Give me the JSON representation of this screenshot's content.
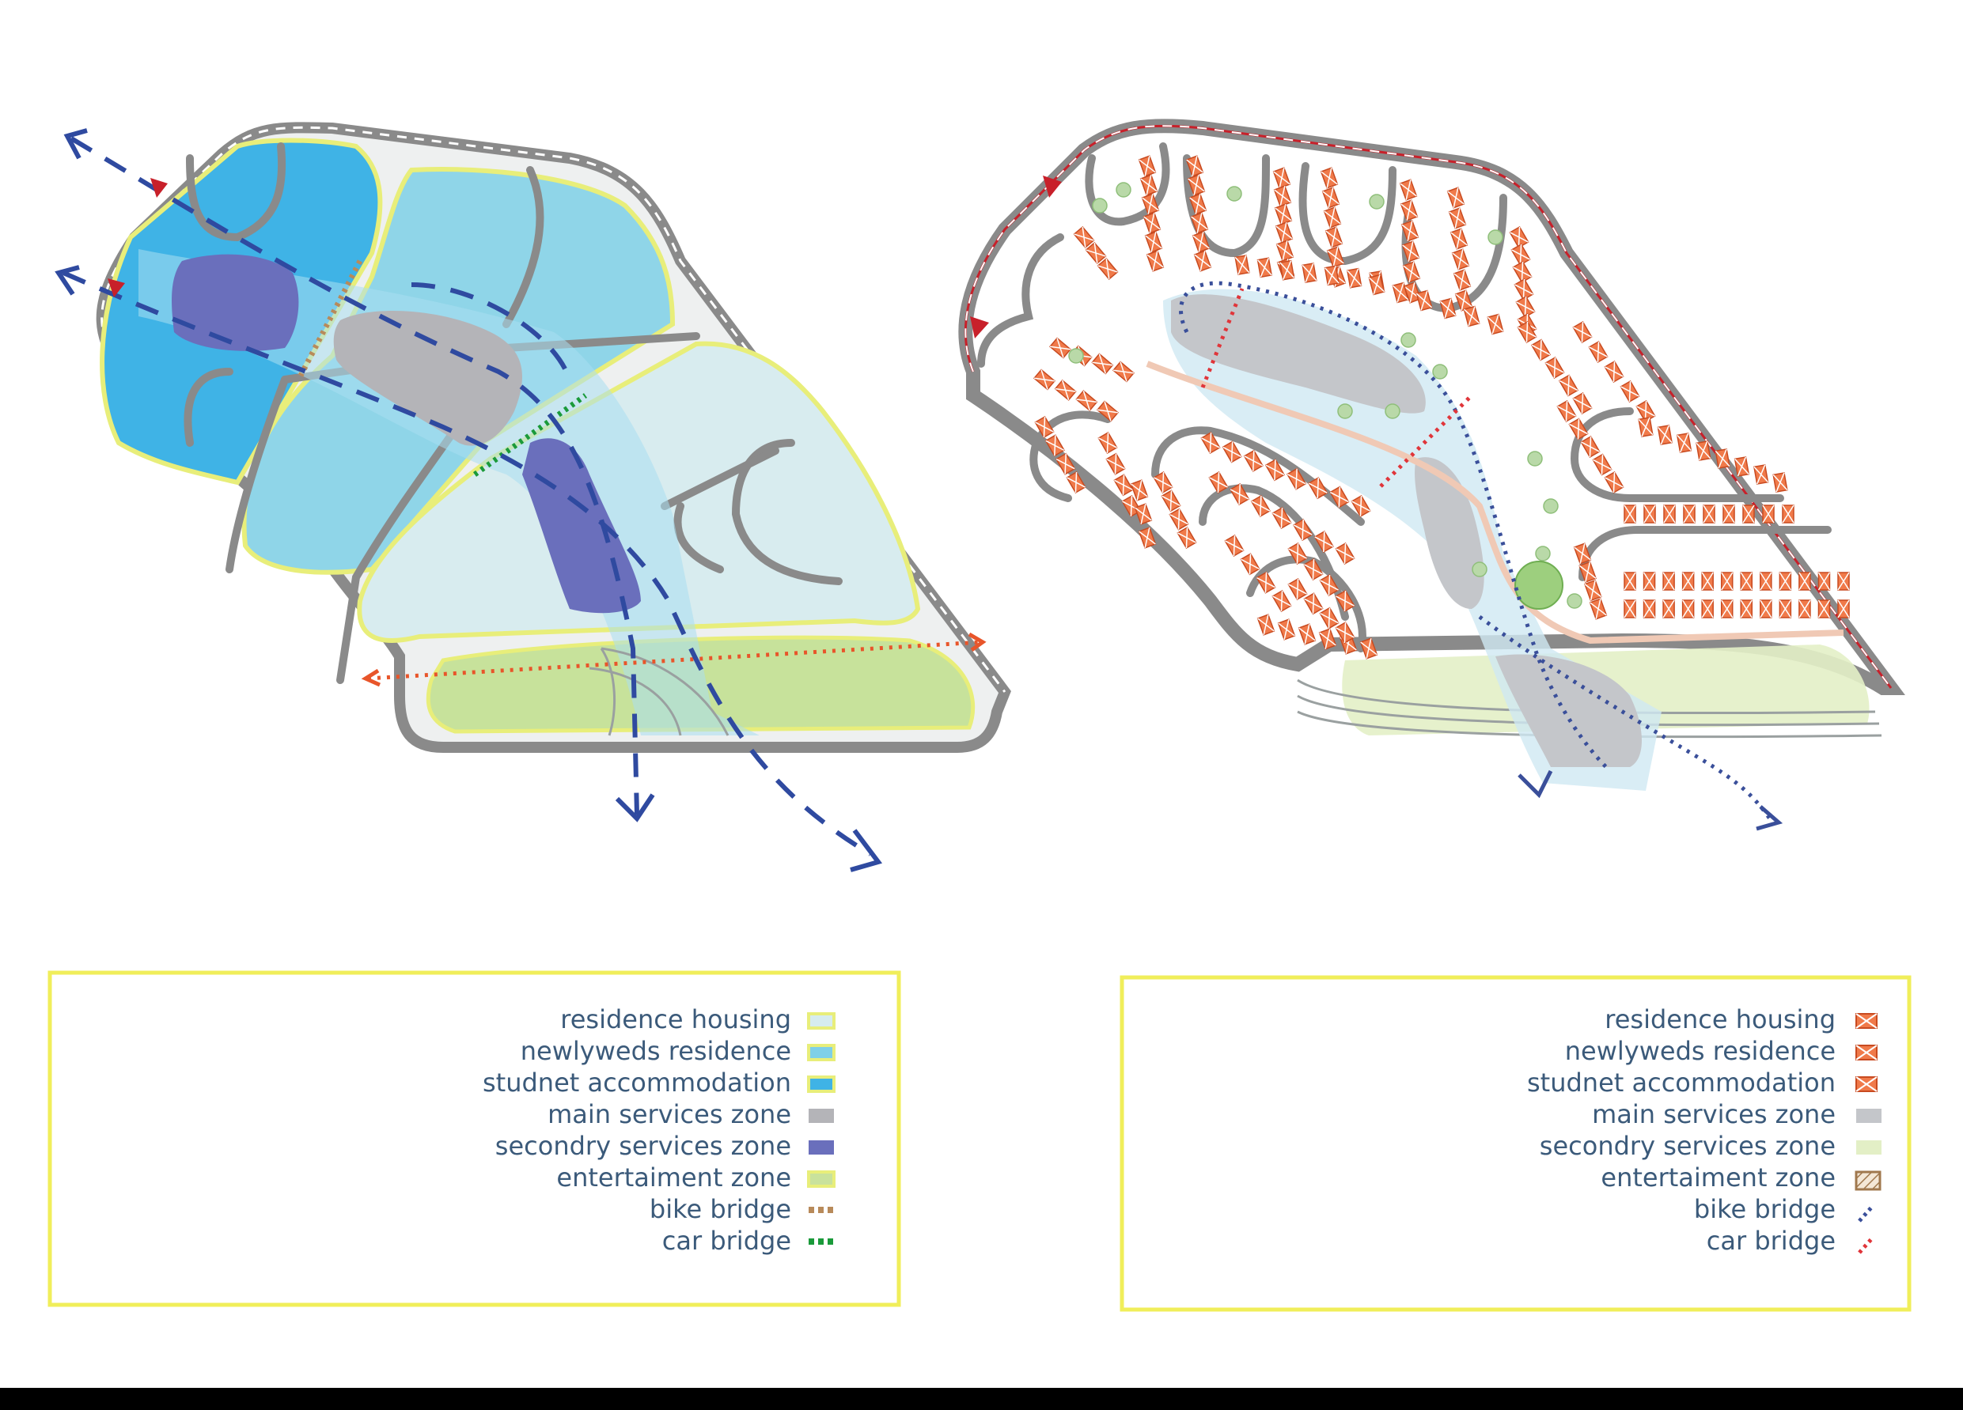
{
  "legend_left": {
    "items": [
      {
        "label": "residence housing",
        "swatch": "#d6ecef",
        "border": "#e8ee7a",
        "kind": "fill"
      },
      {
        "label": "newlyweds residence",
        "swatch": "#7fd0e8",
        "border": "#e8ee7a",
        "kind": "fill"
      },
      {
        "label": "studnet accommodation",
        "swatch": "#3fb3e6",
        "border": "#e8ee7a",
        "kind": "fill"
      },
      {
        "label": "main services zone",
        "swatch": "#b4b4b8",
        "border": "",
        "kind": "fill"
      },
      {
        "label": "secondry services zone",
        "swatch": "#6a6fbc",
        "border": "",
        "kind": "fill"
      },
      {
        "label": "entertaiment zone",
        "swatch": "#c9e29c",
        "border": "#e8ee7a",
        "kind": "fill"
      },
      {
        "label": "bike bridge",
        "swatch": "#b88a5a",
        "border": "",
        "kind": "dash"
      },
      {
        "label": "car bridge",
        "swatch": "#1a9a3a",
        "border": "",
        "kind": "dash"
      }
    ]
  },
  "legend_right": {
    "items": [
      {
        "label": "residence housing",
        "swatch": "#f07a4a",
        "kind": "cross"
      },
      {
        "label": "newlyweds residence",
        "swatch": "#f07a4a",
        "kind": "cross"
      },
      {
        "label": "studnet accommodation",
        "swatch": "#f07a4a",
        "kind": "cross"
      },
      {
        "label": "main services zone",
        "swatch": "#c4c6ca",
        "kind": "fill"
      },
      {
        "label": "secondry services zone",
        "swatch": "#e3efc6",
        "kind": "fill"
      },
      {
        "label": "entertaiment zone",
        "swatch": "#a0784e",
        "kind": "hatch"
      },
      {
        "label": "bike bridge",
        "swatch": "#3a4f9a",
        "kind": "dot"
      },
      {
        "label": "car bridge",
        "swatch": "#e0353a",
        "kind": "dot"
      }
    ]
  },
  "colors": {
    "legend_border": "#f0ee5a",
    "road": "#8a8a8a",
    "route_blue": "#2f4aa0",
    "route_orange": "#e8552a",
    "site_border_red": "#c8202a"
  }
}
